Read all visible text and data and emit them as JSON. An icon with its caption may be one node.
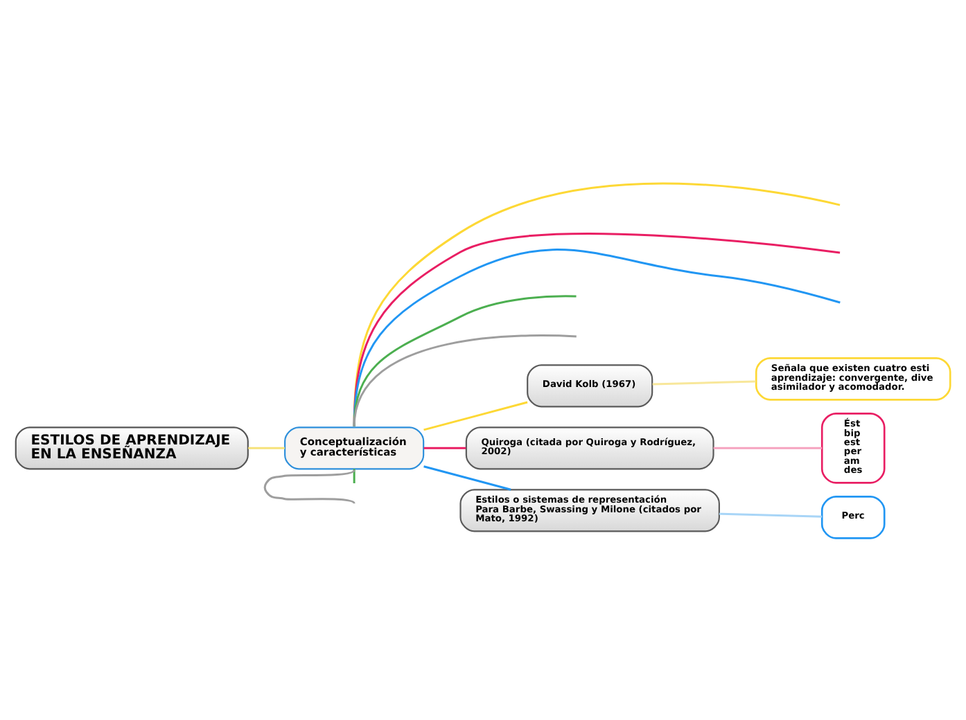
{
  "diagram": {
    "nodes": [
      {
        "text": [
          "ESTILOS DE APRENDIZAJE EN LA ENSEÑANZA"
        ]
      },
      {
        "text": [
          "Conceptualización y características"
        ]
      },
      {
        "text": [
          "David Kolb (1967)"
        ]
      },
      {
        "text": [
          "Señala que existen cuatro esti aprendizaje: convergente, dive asimilador y acomodador."
        ]
      },
      {
        "text": [
          "Quiroga (citada por Quiroga y Rodríguez, 2002)"
        ]
      },
      {
        "text": [
          "Ést bip est per am des"
        ]
      },
      {
        "text": [
          "Estilos o sistemas de representación",
          "Para Barbe, Swassing y Milone (citados por Mato, 1992)"
        ]
      },
      {
        "text": [
          "Perc"
        ]
      }
    ],
    "edges": [
      {
        "from": 0,
        "to": 1,
        "arrow": "none",
        "color": "#f6e27a"
      },
      {
        "from": 1,
        "to": null,
        "arrow": "none",
        "color": "#fdd835"
      },
      {
        "from": 1,
        "to": null,
        "arrow": "none",
        "color": "#e91e63"
      },
      {
        "from": 1,
        "to": null,
        "arrow": "none",
        "color": "#2196f3"
      },
      {
        "from": 1,
        "to": null,
        "arrow": "none",
        "color": "#4caf50"
      },
      {
        "from": 1,
        "to": null,
        "arrow": "none",
        "color": "#9e9e9e"
      },
      {
        "from": 1,
        "to": 2,
        "arrow": "none",
        "color": "#fdd835"
      },
      {
        "from": 2,
        "to": 3,
        "arrow": "none",
        "color": "#f8e79a"
      },
      {
        "from": 1,
        "to": 4,
        "arrow": "none",
        "color": "#e91e63"
      },
      {
        "from": 4,
        "to": 5,
        "arrow": "none",
        "color": "#f5a3bf"
      },
      {
        "from": 1,
        "to": 6,
        "arrow": "none",
        "color": "#2196f3"
      },
      {
        "from": 6,
        "to": 7,
        "arrow": "none",
        "color": "#a8d5f7"
      },
      {
        "from": 1,
        "to": null,
        "arrow": "none",
        "color": "#9e9e9e"
      },
      {
        "from": 1,
        "to": null,
        "arrow": "none",
        "color": "#4caf50"
      }
    ]
  }
}
